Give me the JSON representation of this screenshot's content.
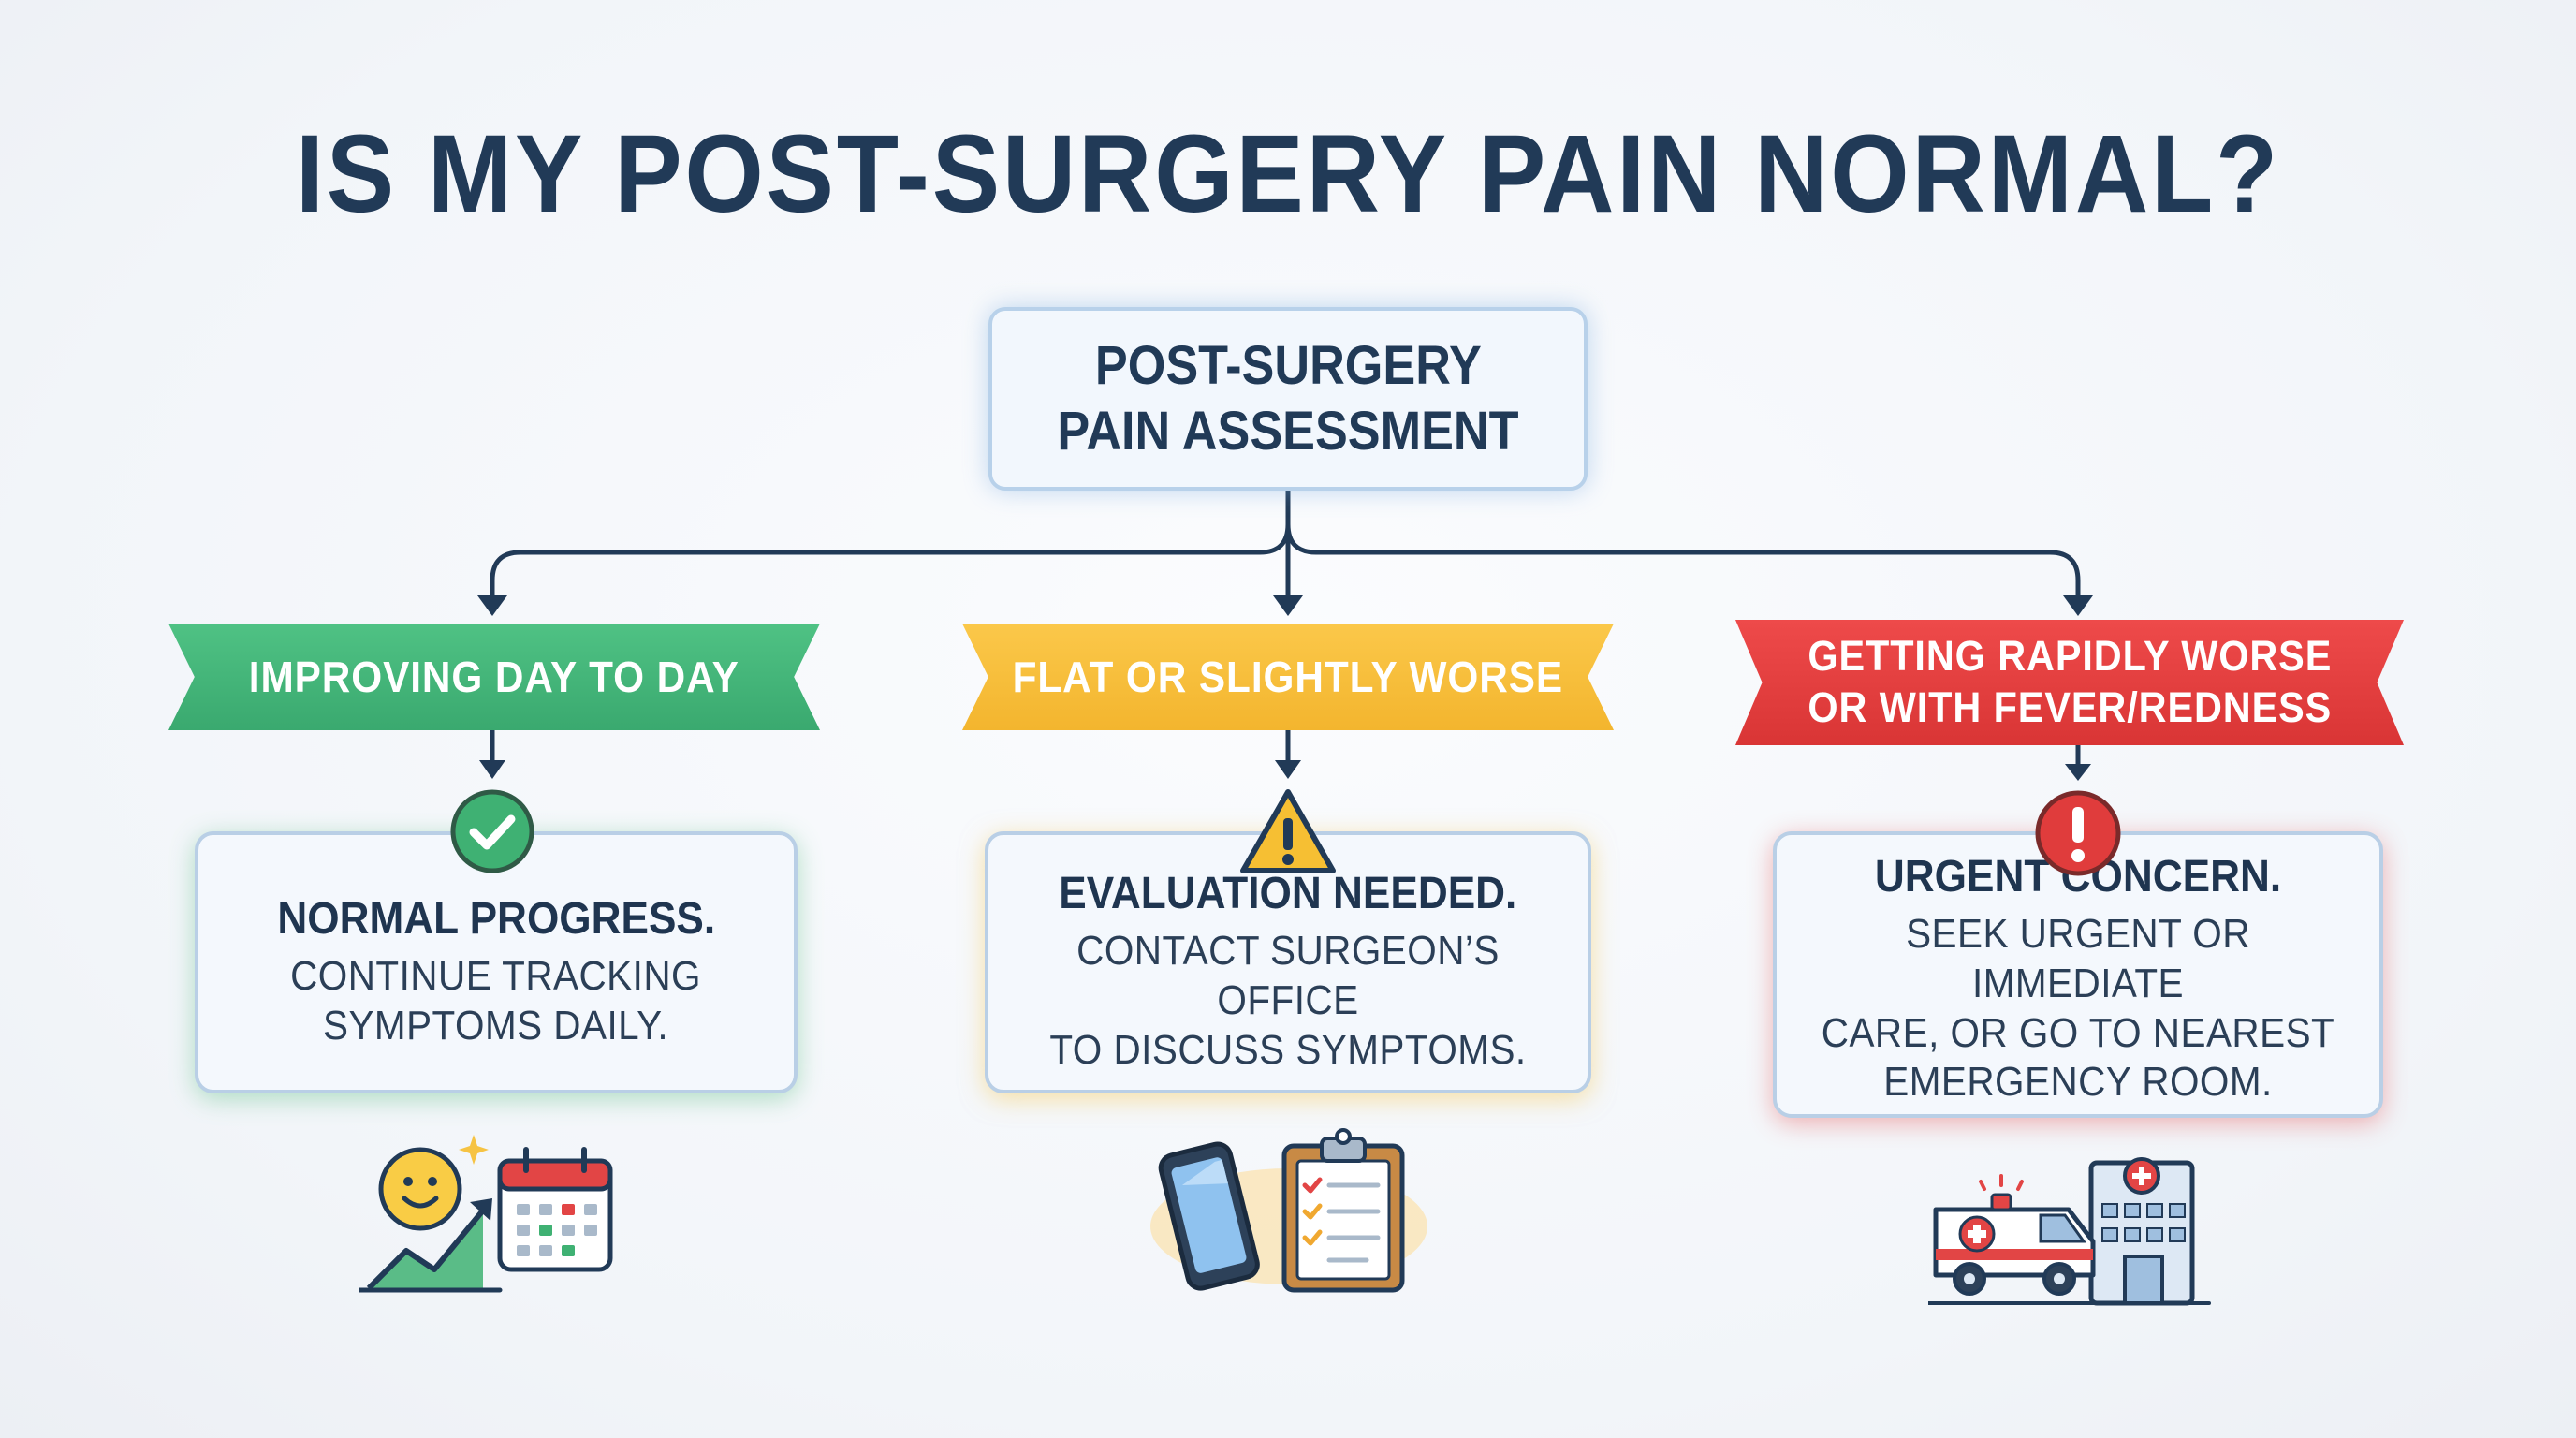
{
  "title": "IS MY POST-SURGERY PAIN NORMAL?",
  "root": {
    "line1": "POST-SURGERY",
    "line2": "PAIN ASSESSMENT"
  },
  "branches": [
    {
      "ribbon_lines": [
        "IMPROVING DAY TO DAY"
      ],
      "color": "#3fb173",
      "badge_icon": "check-circle-icon",
      "result_head": "NORMAL PROGRESS.",
      "result_body": [
        "CONTINUE TRACKING",
        "SYMPTOMS DAILY."
      ],
      "illustration": "smiley-calendar-trend-icon"
    },
    {
      "ribbon_lines": [
        "FLAT OR SLIGHTLY WORSE"
      ],
      "color": "#f5b930",
      "badge_icon": "warning-triangle-icon",
      "result_head": "EVALUATION NEEDED.",
      "result_body": [
        "CONTACT SURGEON’S OFFICE",
        "TO DISCUSS SYMPTOMS."
      ],
      "illustration": "phone-clipboard-icon"
    },
    {
      "ribbon_lines": [
        "GETTING RAPIDLY WORSE",
        "OR WITH FEVER/REDNESS"
      ],
      "color": "#e03c3c",
      "badge_icon": "exclamation-circle-icon",
      "result_head": "URGENT CONCERN.",
      "result_body": [
        "SEEK URGENT OR IMMEDIATE",
        "CARE, OR GO TO NEAREST",
        "EMERGENCY ROOM."
      ],
      "illustration": "ambulance-hospital-icon"
    }
  ],
  "colors": {
    "title": "#213a57",
    "connector": "#213a57",
    "card_border": "#b9cfe6",
    "card_fill": "#f4f8fd"
  }
}
